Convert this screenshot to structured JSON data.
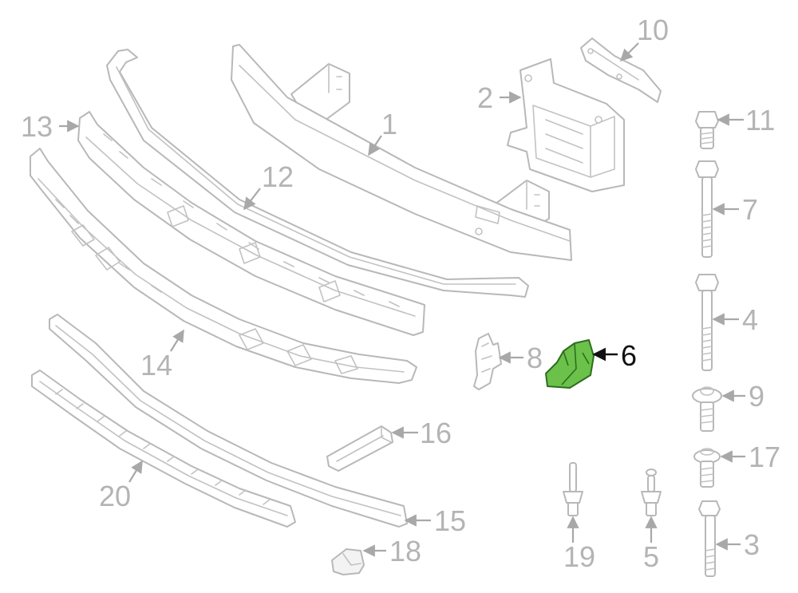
{
  "diagram": {
    "highlighted_part": "6",
    "labels": {
      "p1": "1",
      "p2": "2",
      "p3": "3",
      "p4": "4",
      "p5": "5",
      "p6": "6",
      "p7": "7",
      "p8": "8",
      "p9": "9",
      "p10": "10",
      "p11": "11",
      "p12": "12",
      "p13": "13",
      "p14": "14",
      "p15": "15",
      "p16": "16",
      "p17": "17",
      "p18": "18",
      "p19": "19",
      "p20": "20"
    },
    "colors": {
      "line_art": "#b8b8b8",
      "label": "#b4b4b4",
      "highlight_fill": "#6bc14a",
      "highlight_label": "#111111"
    }
  }
}
